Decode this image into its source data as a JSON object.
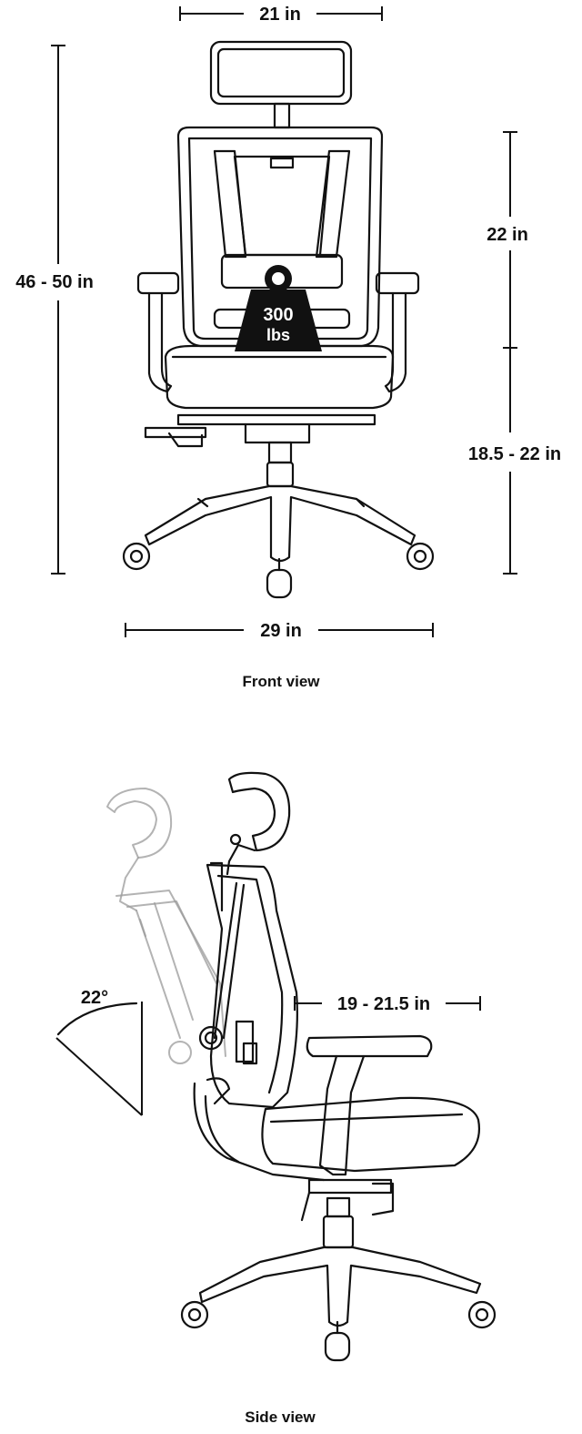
{
  "front_view": {
    "caption": "Front view",
    "dimensions": {
      "top_width": "21 in",
      "total_height": "46 - 50 in",
      "backrest_height": "22 in",
      "seat_height": "18.5 - 22 in",
      "base_width": "29 in"
    },
    "weight_badge": {
      "value": "300",
      "unit": "lbs"
    }
  },
  "side_view": {
    "caption": "Side view",
    "dimensions": {
      "recline_angle": "22°",
      "seat_depth": "19 - 21.5 in"
    }
  },
  "colors": {
    "ink": "#111111",
    "ghost": "#9a9a9a",
    "background": "#ffffff"
  }
}
